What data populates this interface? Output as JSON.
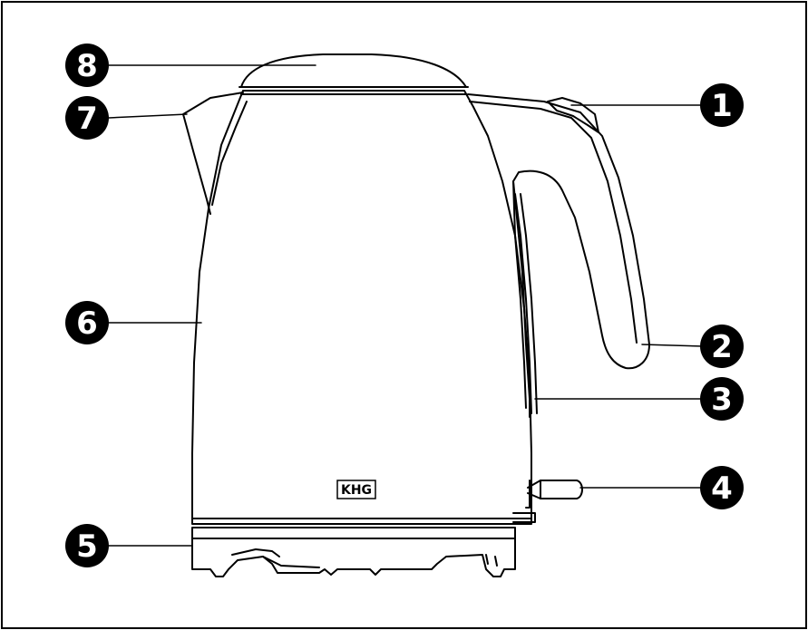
{
  "brand": {
    "logo_text": "KHG"
  },
  "callouts": [
    {
      "number": "1",
      "part": "lid-release-button"
    },
    {
      "number": "2",
      "part": "handle"
    },
    {
      "number": "3",
      "part": "water-level-window"
    },
    {
      "number": "4",
      "part": "on-off-switch"
    },
    {
      "number": "5",
      "part": "base-station"
    },
    {
      "number": "6",
      "part": "kettle-body"
    },
    {
      "number": "7",
      "part": "spout"
    },
    {
      "number": "8",
      "part": "lid"
    }
  ],
  "colors": {
    "line": "#000000",
    "background": "#ffffff",
    "callout_fill": "#000000",
    "callout_text": "#ffffff"
  }
}
